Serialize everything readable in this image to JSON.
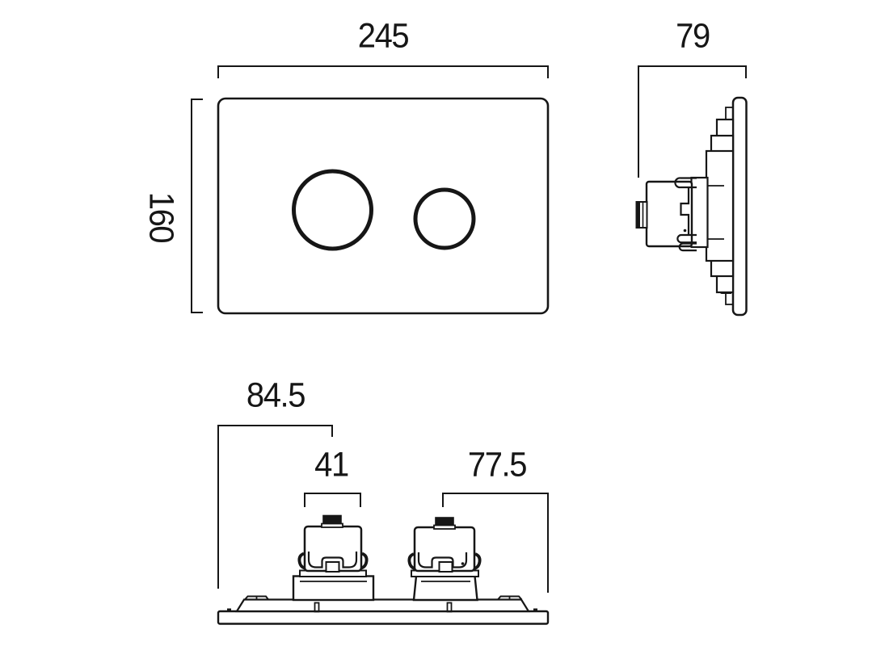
{
  "drawing": {
    "type": "technical-dimension-drawing",
    "subject": "dual-flush toilet plate, three orthographic views",
    "line_color": "#161616",
    "background_color": "#ffffff",
    "front_view": {
      "width_dim": "245",
      "height_dim": "160"
    },
    "side_view": {
      "depth_dim": "79"
    },
    "bottom_view": {
      "left_offset_dim": "84.5",
      "button_width_dim": "41",
      "right_offset_dim": "77.5"
    }
  }
}
